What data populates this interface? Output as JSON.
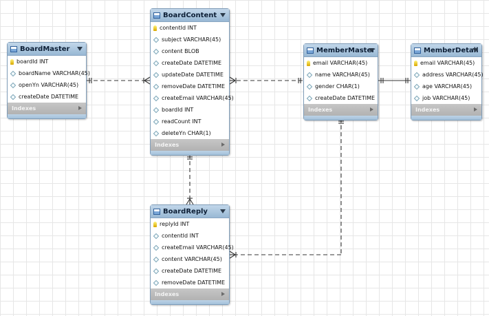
{
  "entities": [
    {
      "id": "BoardMaster",
      "name": "BoardMaster",
      "columns": [
        {
          "label": "boardId INT",
          "key": true
        },
        {
          "label": "boardName VARCHAR(45)",
          "key": false
        },
        {
          "label": "openYn VARCHAR(45)",
          "key": false
        },
        {
          "label": "createDate DATETIME",
          "key": false
        }
      ],
      "indexes_label": "Indexes"
    },
    {
      "id": "BoardContent",
      "name": "BoardContent",
      "columns": [
        {
          "label": "contentId INT",
          "key": true
        },
        {
          "label": "subject VARCHAR(45)",
          "key": false
        },
        {
          "label": "content BLOB",
          "key": false
        },
        {
          "label": "createDate DATETIME",
          "key": false
        },
        {
          "label": "updateDate DATETIME",
          "key": false
        },
        {
          "label": "removeDate DATETIME",
          "key": false
        },
        {
          "label": "createEmail VARCHAR(45)",
          "key": false
        },
        {
          "label": "boardId INT",
          "key": false
        },
        {
          "label": "readCount INT",
          "key": false
        },
        {
          "label": "deleteYn CHAR(1)",
          "key": false
        }
      ],
      "indexes_label": "Indexes"
    },
    {
      "id": "MemberMaster",
      "name": "MemberMaster",
      "columns": [
        {
          "label": "email VARCHAR(45)",
          "key": true
        },
        {
          "label": "name VARCHAR(45)",
          "key": false
        },
        {
          "label": "gender CHAR(1)",
          "key": false
        },
        {
          "label": "createDate DATETIME",
          "key": false
        }
      ],
      "indexes_label": "Indexes"
    },
    {
      "id": "MemberDetail",
      "name": "MemberDetail",
      "columns": [
        {
          "label": "email VARCHAR(45)",
          "key": true
        },
        {
          "label": "address VARCHAR(45)",
          "key": false
        },
        {
          "label": "age VARCHAR(45)",
          "key": false
        },
        {
          "label": "job VARCHAR(45)",
          "key": false
        }
      ],
      "indexes_label": "Indexes"
    },
    {
      "id": "BoardReply",
      "name": "BoardReply",
      "columns": [
        {
          "label": "replyId INT",
          "key": true
        },
        {
          "label": "contentId INT",
          "key": false
        },
        {
          "label": "createEmail VARCHAR(45)",
          "key": false
        },
        {
          "label": "content VARCHAR(45)",
          "key": false
        },
        {
          "label": "createDate DATETIME",
          "key": false
        },
        {
          "label": "removeDate DATETIME",
          "key": false
        }
      ],
      "indexes_label": "Indexes"
    }
  ],
  "relationships": [
    {
      "from": "BoardMaster",
      "to": "BoardContent",
      "from_end": "one",
      "to_end": "many",
      "style": "dashed"
    },
    {
      "from": "BoardContent",
      "to": "MemberMaster",
      "from_end": "many",
      "to_end": "one",
      "style": "dashed"
    },
    {
      "from": "MemberMaster",
      "to": "MemberDetail",
      "from_end": "one",
      "to_end": "one",
      "style": "solid"
    },
    {
      "from": "BoardContent",
      "to": "BoardReply",
      "from_end": "one",
      "to_end": "many",
      "style": "dashed"
    },
    {
      "from": "MemberMaster",
      "to": "BoardReply",
      "from_end": "one",
      "to_end": "many",
      "style": "dashed"
    }
  ],
  "colors": {
    "header_gradient_top": "#c2d7ea",
    "header_gradient_bottom": "#98b8d4",
    "entity_border": "#7f9cb8",
    "indexes_bar": "#b9b9b9",
    "key_icon": "#e8c400",
    "connector_line": "#333333",
    "grid": "#e6e6e6"
  },
  "icons": {
    "table": "table-icon",
    "primary_key": "key-icon",
    "column": "diamond-icon",
    "collapse": "chevron-down-icon",
    "expand": "chevron-right-icon"
  }
}
